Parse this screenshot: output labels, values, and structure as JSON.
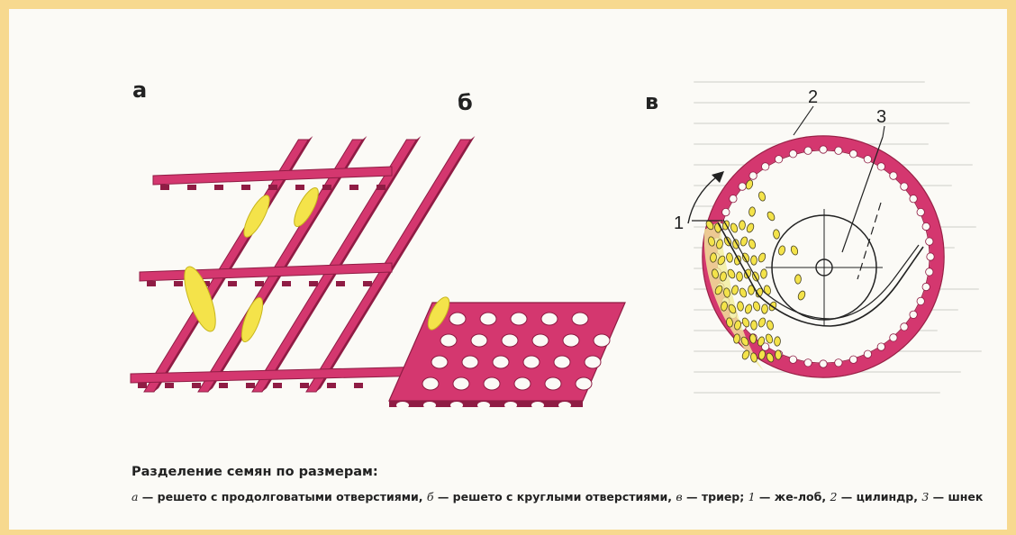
{
  "panels": {
    "a": "а",
    "b": "б",
    "v": "в"
  },
  "callouts": {
    "trough": "1",
    "cylinder": "2",
    "auger": "3"
  },
  "caption": {
    "title": "Разделение семян по размерам:",
    "parts": [
      {
        "key": "а",
        "italic": true
      },
      {
        "key": " — решето с продолговатыми отверстиями, ",
        "italic": false
      },
      {
        "key": "б",
        "italic": true
      },
      {
        "key": " — решето с круглыми отверстиями, ",
        "italic": false
      },
      {
        "key": "в",
        "italic": true
      },
      {
        "key": " — триер; ",
        "italic": false
      },
      {
        "key": "1",
        "italic": true
      },
      {
        "key": " — же-лоб, ",
        "italic": false
      },
      {
        "key": "2",
        "italic": true
      },
      {
        "key": " — цилиндр, ",
        "italic": false
      },
      {
        "key": "3",
        "italic": true
      },
      {
        "key": " — шнек",
        "italic": false
      }
    ]
  },
  "colors": {
    "sieve": "#d4376f",
    "sieve_edge": "#8f1c44",
    "seed": "#f4e34a",
    "seed_edge": "#c7b51c",
    "page": "#fbfaf6",
    "frame": "#f7d98f"
  }
}
